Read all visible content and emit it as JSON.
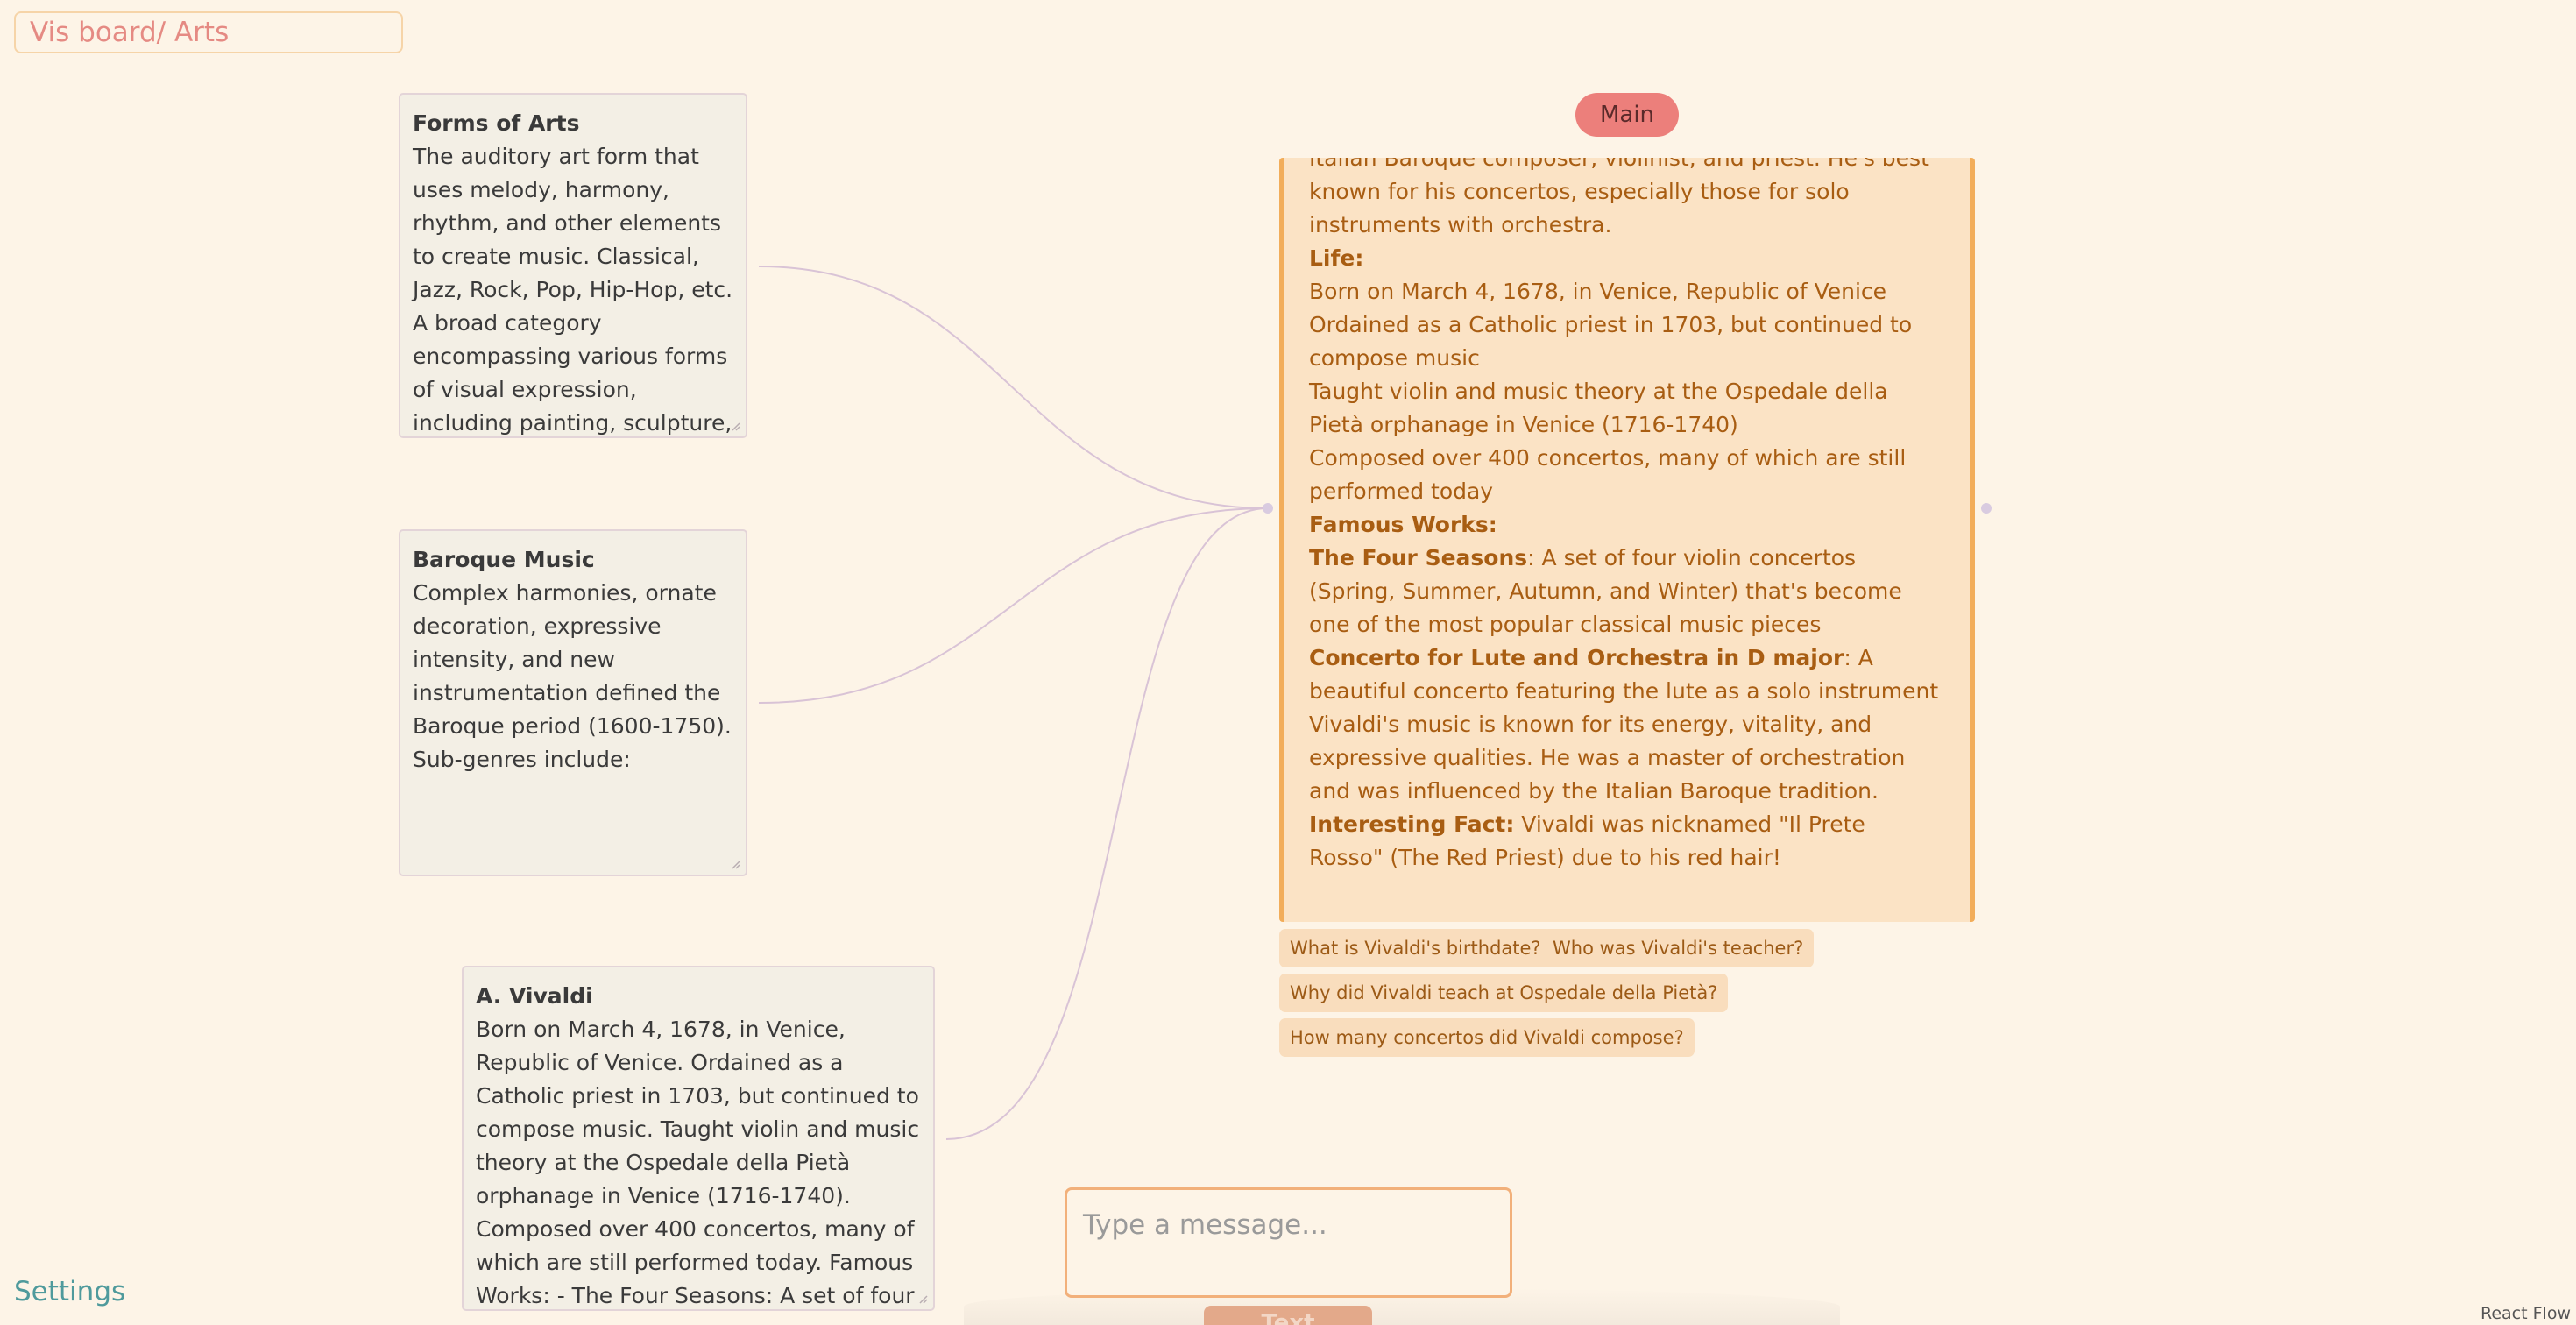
{
  "breadcrumb": "Vis board/ Arts",
  "notes": [
    {
      "title": "Forms of Arts",
      "body": "The auditory art form that uses melody, harmony, rhythm, and other elements to create music. Classical, Jazz, Rock, Pop, Hip-Hop, etc. A broad category encompassing various forms of visual expression, including painting, sculpture, photography, film, and more."
    },
    {
      "title": "Baroque Music",
      "body": "Complex harmonies, ornate decoration, expressive intensity, and new instrumentation defined the Baroque period (1600-1750). Sub-genres include:"
    },
    {
      "title": "A. Vivaldi",
      "body": "Born on March 4, 1678, in Venice, Republic of Venice. Ordained as a Catholic priest in 1703, but continued to compose music. Taught violin and music theory at the Ospedale della Pietà orphanage in Venice (1716-1740). Composed over 400 concertos, many of which are still performed today. Famous Works: - The Four Seasons: A set of four violin concertos that's become"
    }
  ],
  "main_node": {
    "label": "Main",
    "intro": "Italian Baroque composer, violinist, and priest. He's best known for his concertos, especially those for solo instruments with orchestra.",
    "life_heading": "Life:",
    "life": [
      "Born on March 4, 1678, in Venice, Republic of Venice",
      "Ordained as a Catholic priest in 1703, but continued to compose music",
      "Taught violin and music theory at the Ospedale della Pietà orphanage in Venice (1716-1740)",
      "Composed over 400 concertos, many of which are still performed today"
    ],
    "works_heading": "Famous Works:",
    "works": [
      {
        "name": "The Four Seasons",
        "desc": ": A set of four violin concertos (Spring, Summer, Autumn, and Winter) that's become one of the most popular classical music pieces"
      },
      {
        "name": "Concerto for Lute and Orchestra in D major",
        "desc": ": A beautiful concerto featuring the lute as a solo instrument"
      }
    ],
    "summary": "Vivaldi's music is known for its energy, vitality, and expressive qualities. He was a master of orchestration and was influenced by the Italian Baroque tradition.",
    "fact_heading": "Interesting Fact:",
    "fact": " Vivaldi was nicknamed \"Il Prete Rosso\" (The Red Priest) due to his red hair!"
  },
  "suggestions": [
    "What is Vivaldi's birthdate?",
    "Who was Vivaldi's teacher?",
    "Why did Vivaldi teach at Ospedale della Pietà?",
    "How many concertos did Vivaldi compose?"
  ],
  "composer": {
    "placeholder": "Type a message...",
    "send_label": "Text"
  },
  "settings_label": "Settings",
  "attribution": "React Flow",
  "colors": {
    "background": "#fdf4e7",
    "main_node_bg": "#fbe3c5",
    "main_node_border": "#f2ad5a",
    "main_text": "#a85d12",
    "edge": "#d9c3d6",
    "main_label_bg": "#ec7f7b",
    "breadcrumb_text": "#e58a83",
    "settings_text": "#4f9a9c"
  }
}
